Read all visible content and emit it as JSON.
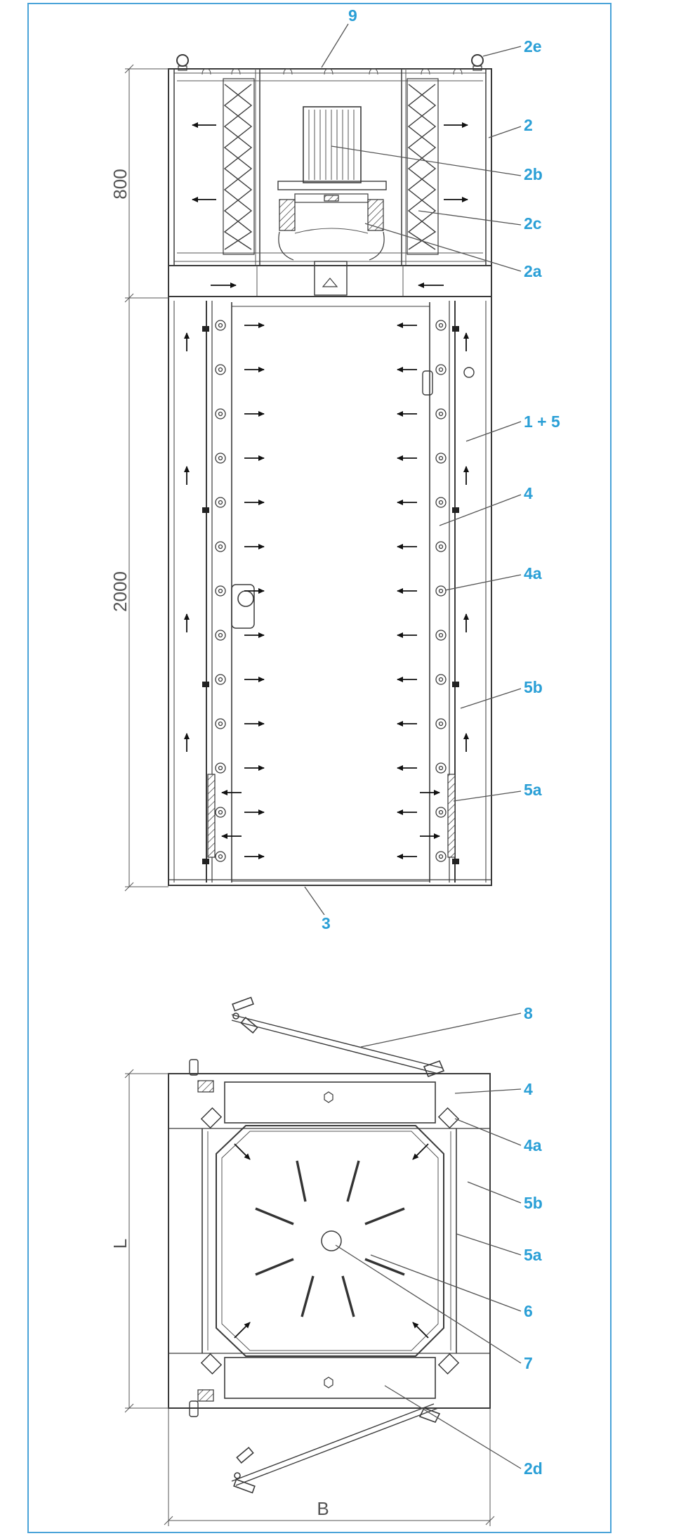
{
  "callouts": {
    "c9": "9",
    "c2e": "2e",
    "c2": "2",
    "c2b": "2b",
    "c2c": "2c",
    "c2a": "2a",
    "c15": "1 + 5",
    "c4": "4",
    "c4a": "4a",
    "c5b": "5b",
    "c5a": "5a",
    "c3": "3",
    "c8": "8",
    "c4_plan": "4",
    "c4a_plan": "4a",
    "c5b_plan": "5b",
    "c5a_plan": "5a",
    "c6": "6",
    "c7": "7",
    "c2d": "2d"
  },
  "dimensions": {
    "d800": "800",
    "d2000": "2000",
    "dL": "L",
    "dB": "B"
  },
  "colors": {
    "frame": "#4aa3d8",
    "callout": "#2a9fd6",
    "line": "#3a3a3a"
  }
}
